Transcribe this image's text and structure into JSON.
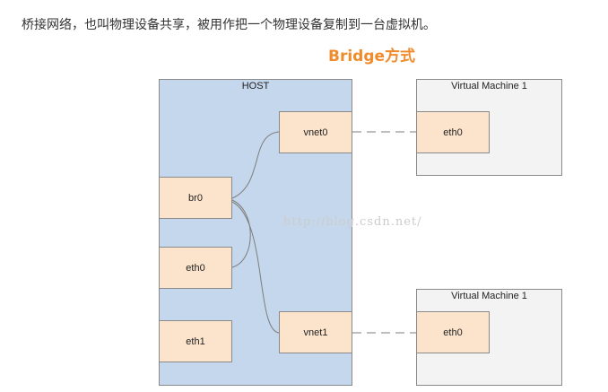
{
  "intro": "桥接网络，也叫物理设备共享，被用作把一个物理设备复制到一台虚拟机。",
  "title": "Bridge方式",
  "host": {
    "label": "HOST",
    "devices": {
      "vnet0": "vnet0",
      "br0": "br0",
      "eth0": "eth0",
      "eth1": "eth1",
      "vnet1": "vnet1"
    }
  },
  "vms": [
    {
      "label": "Virtual Machine 1",
      "device": "eth0"
    },
    {
      "label": "Virtual Machine 1",
      "device": "eth0"
    }
  ],
  "watermark": "http://blog.csdn.net/",
  "colors": {
    "title": "#f08b2c",
    "host_fill": "#c5d7ec",
    "vm_fill": "#f3f3f3",
    "device_fill": "#fce4cc"
  }
}
